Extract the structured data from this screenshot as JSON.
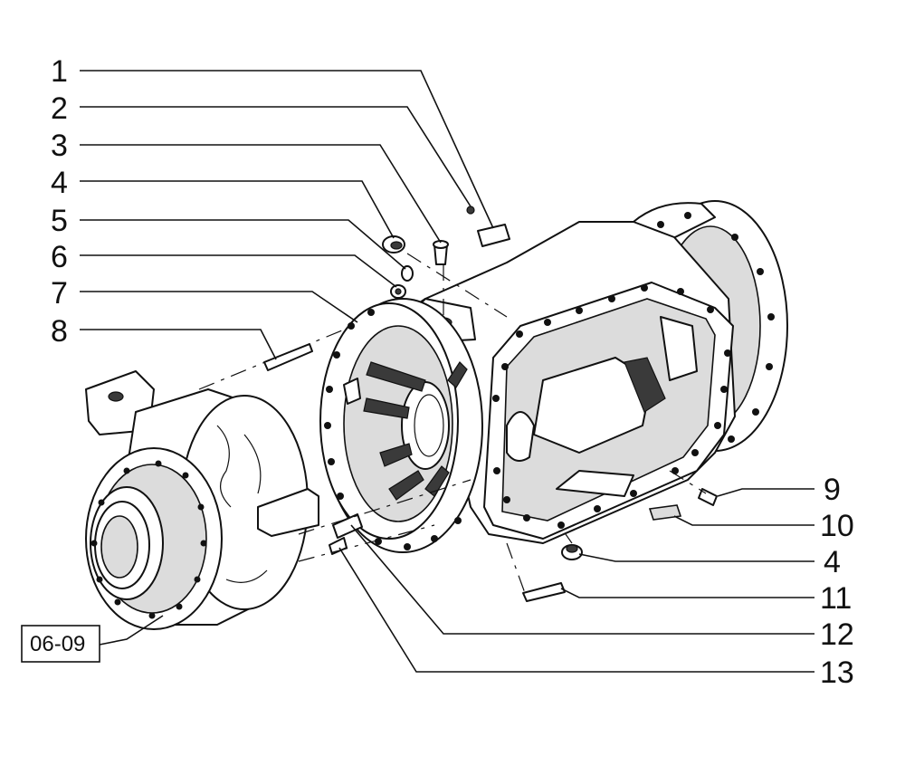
{
  "callouts_left": [
    "1",
    "2",
    "3",
    "4",
    "5",
    "6",
    "7",
    "8"
  ],
  "callouts_right": [
    "9",
    "10",
    "4",
    "11",
    "12",
    "13"
  ],
  "reference": "06-09"
}
